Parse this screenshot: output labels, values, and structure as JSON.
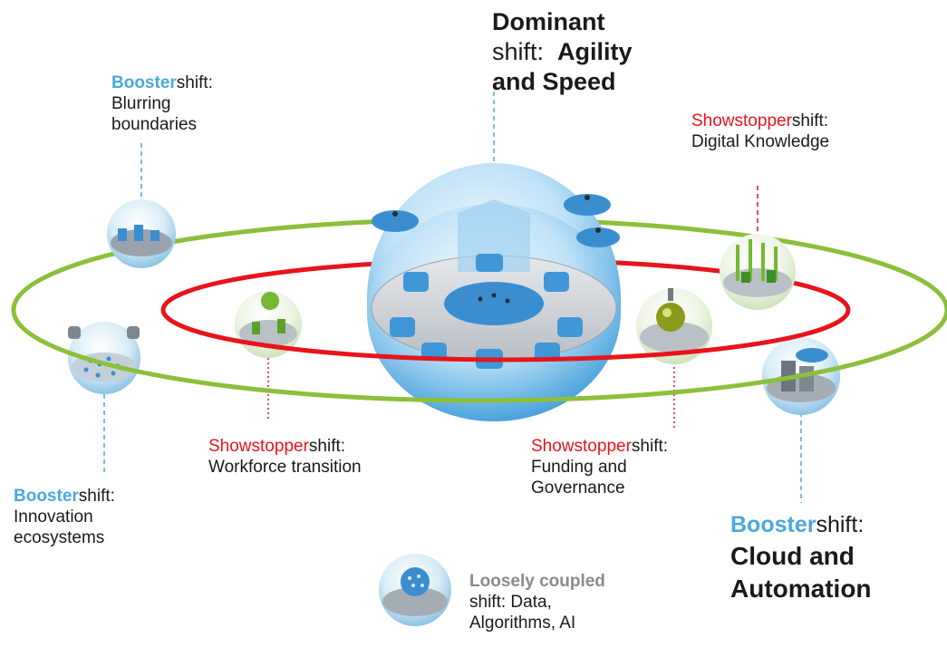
{
  "colors": {
    "outer_orbit": "#8cbf3a",
    "inner_orbit": "#e8141b",
    "booster": "#4aa8dc",
    "showstopper": "#e8141b",
    "loosely_coupled": "#8a8a8a",
    "hub_blue": "#9fd0f0"
  },
  "dominant": {
    "tag": "Dominant",
    "word": "shift:",
    "title_line1": "Agility",
    "title_line2": "and Speed"
  },
  "booster_blurring": {
    "tag": "Booster",
    "word": "shift:",
    "line1": "Blurring",
    "line2": "boundaries"
  },
  "showstopper_digital": {
    "tag": "Showstopper",
    "word": "shift:",
    "line1": "Digital  Knowledge"
  },
  "showstopper_workforce": {
    "tag": "Showstopper",
    "word": "shift:",
    "line1": "Workforce transition"
  },
  "showstopper_funding": {
    "tag": "Showstopper",
    "word": "shift:",
    "line1": "Funding  and",
    "line2": "Governance"
  },
  "booster_innovation": {
    "tag": "Booster",
    "word": "shift:",
    "line1": "Innovation",
    "line2": "ecosystems"
  },
  "booster_cloud": {
    "tag": "Booster",
    "word": "shift:",
    "line1": "Cloud and",
    "line2": "Automation"
  },
  "loosely_coupled": {
    "tag": "Loosely coupled",
    "line1": "shift:  Data,",
    "line2": "Algorithms, AI"
  },
  "icons": [
    "central-hub-sphere-icon",
    "blurring-boundaries-sphere-icon",
    "digital-knowledge-sphere-icon",
    "workforce-sphere-icon",
    "funding-sphere-icon",
    "innovation-sphere-icon",
    "cloud-automation-sphere-icon",
    "data-ai-sphere-icon"
  ]
}
